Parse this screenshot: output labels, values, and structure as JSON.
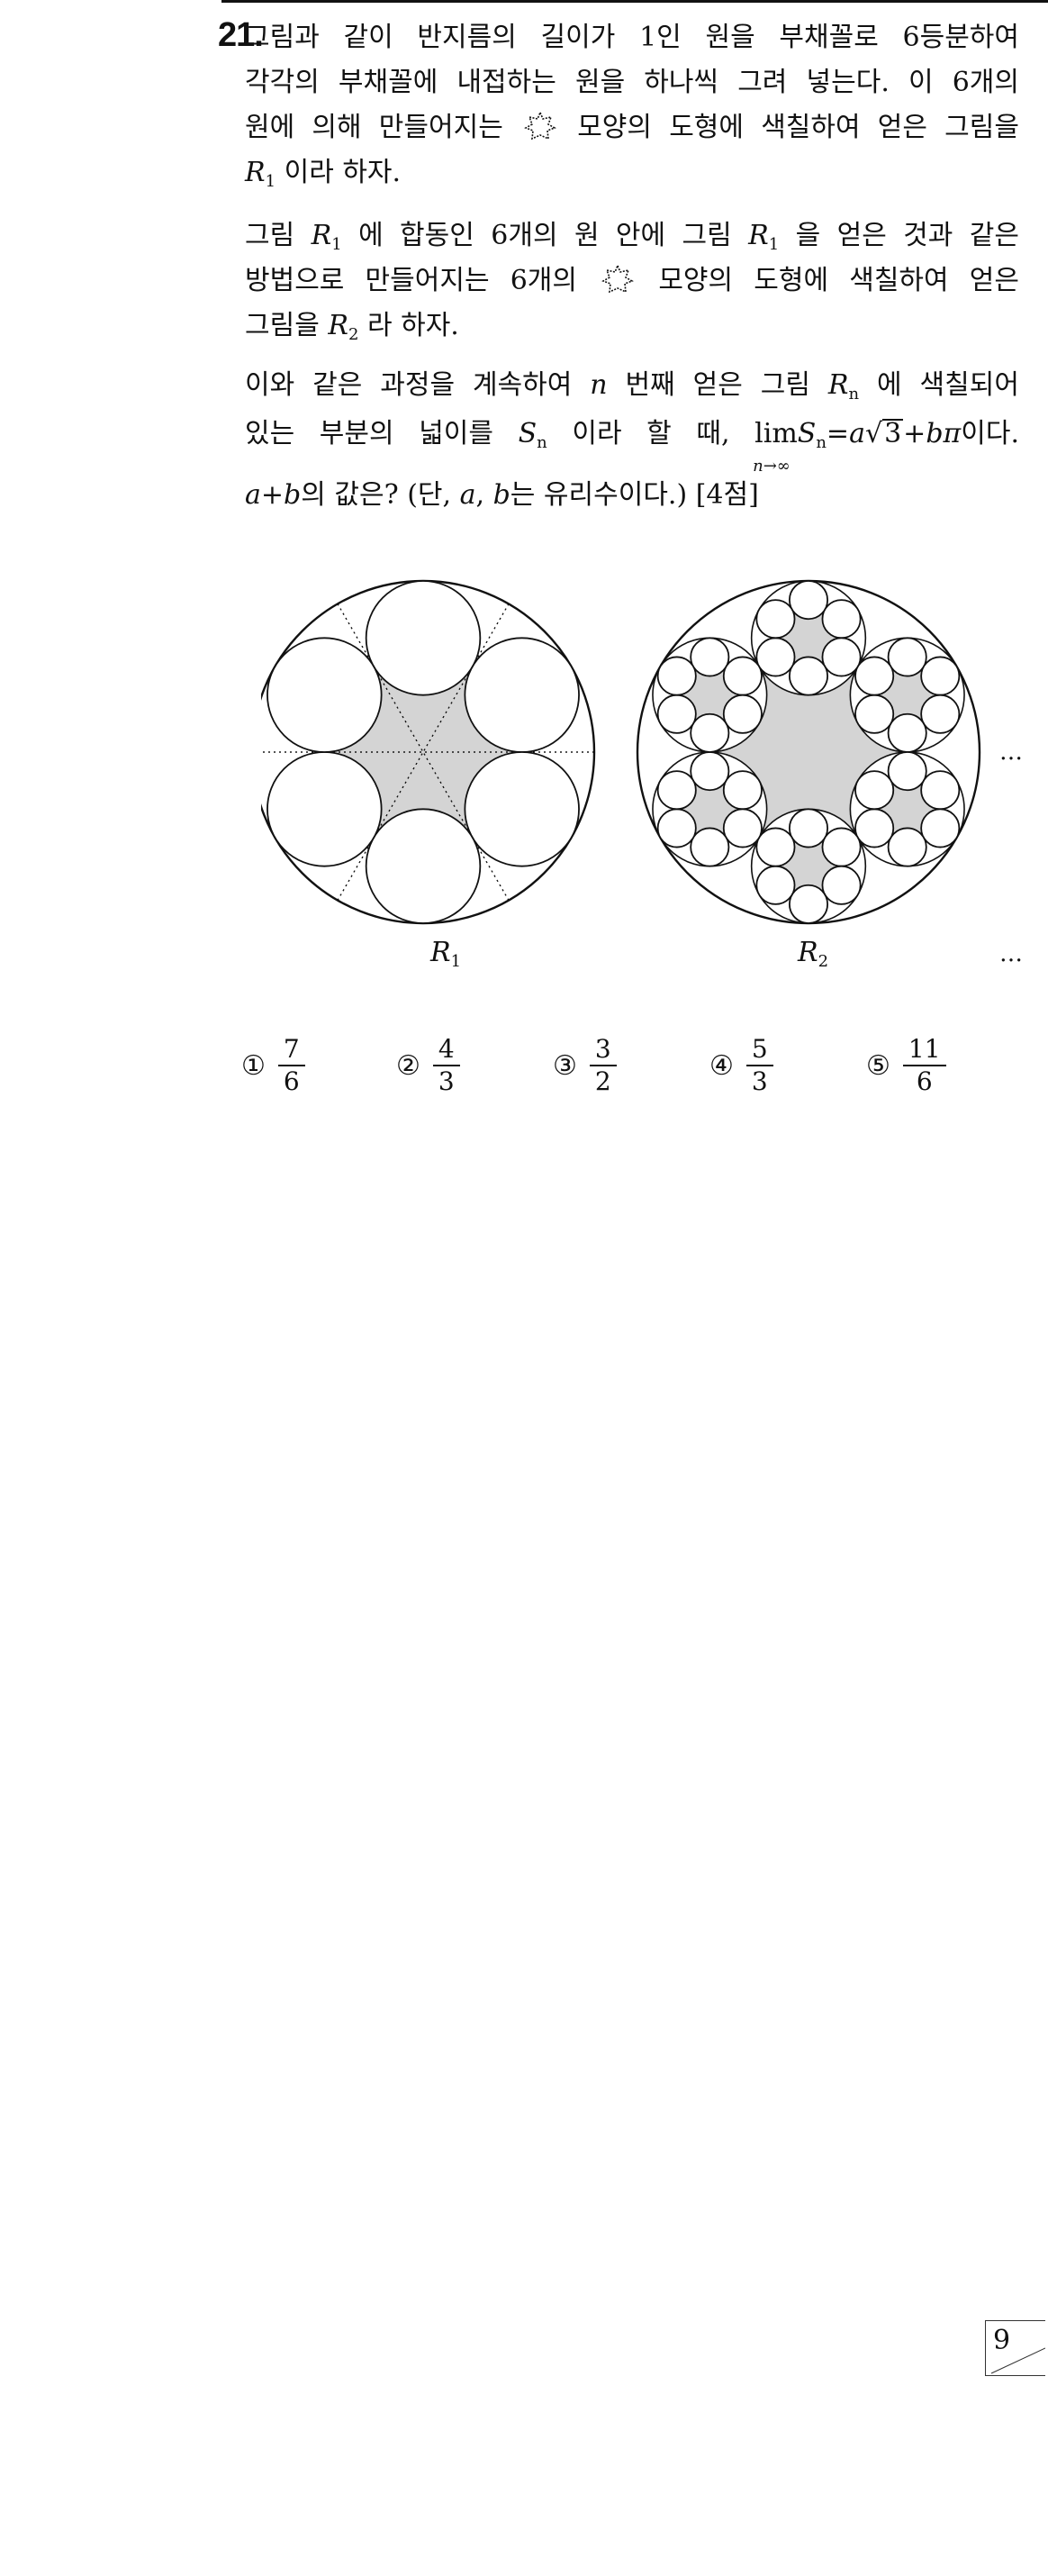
{
  "question": {
    "number": "21.",
    "line1": "그림과 같이 반지름의 길이가 1인 원을 부채꼴로 6등분하여",
    "line2": "각각의 부채꼴에 내접하는 원을 하나씩 그려 넣는다. 이 6개의",
    "line3a": "원에 의해 만들어지는",
    "line3b": "모양의 도형에 색칠하여 얻은 그림을",
    "line4_var": "R",
    "line4_sub": "1",
    "line4_text": "이라 하자.",
    "p2_line1a": "그림",
    "p2_line1_var": "R",
    "p2_line1_sub": "1",
    "p2_line1b": "에 합동인 6개의 원 안에 그림",
    "p2_line1c_var": "R",
    "p2_line1c_sub": "1",
    "p2_line1d": "을 얻은 것과 같은",
    "p2_line2a": "방법으로 만들어지는 6개의",
    "p2_line2b": "모양의 도형에 색칠하여 얻은",
    "p2_line3a": "그림을",
    "p2_line3_var": "R",
    "p2_line3_sub": "2",
    "p2_line3b": "라 하자.",
    "p3_line1a": "이와 같은 과정을 계속하여",
    "p3_line1_n": "n",
    "p3_line1b": "번째 얻은 그림",
    "p3_line1_var": "R",
    "p3_line1_sub": "n",
    "p3_line1c": "에 색칠되어",
    "p3_line2a": "있는 부분의 넓이를",
    "p3_line2_S": "S",
    "p3_line2_Ssub": "n",
    "p3_line2b": "이라 할 때,",
    "lim": "lim",
    "lim_sub": "n→∞",
    "lim_S": "S",
    "lim_Ssub": "n",
    "eq": "=",
    "a": "a",
    "sqrt3": "3",
    "plus": "+",
    "b": "b",
    "pi": "π",
    "p3_line2c": "이다.",
    "p4_a": "a",
    "p4_plus": "+",
    "p4_b": "b",
    "p4_text1": "의 값은? (단,",
    "p4_a2": "a",
    "p4_comma": ",",
    "p4_b2": "b",
    "p4_text2": "는 유리수이다.) [4점]"
  },
  "figures": {
    "r1_label_var": "R",
    "r1_label_sub": "1",
    "r2_label_var": "R",
    "r2_label_sub": "2",
    "ellipsis": "…"
  },
  "choices": [
    {
      "mark": "①",
      "num": "7",
      "den": "6"
    },
    {
      "mark": "②",
      "num": "4",
      "den": "3"
    },
    {
      "mark": "③",
      "num": "3",
      "den": "2"
    },
    {
      "mark": "④",
      "num": "5",
      "den": "3"
    },
    {
      "mark": "⑤",
      "num": "11",
      "den": "6"
    }
  ],
  "page_number": "9",
  "colors": {
    "shade": "#d4d4d4",
    "ink": "#111111"
  }
}
